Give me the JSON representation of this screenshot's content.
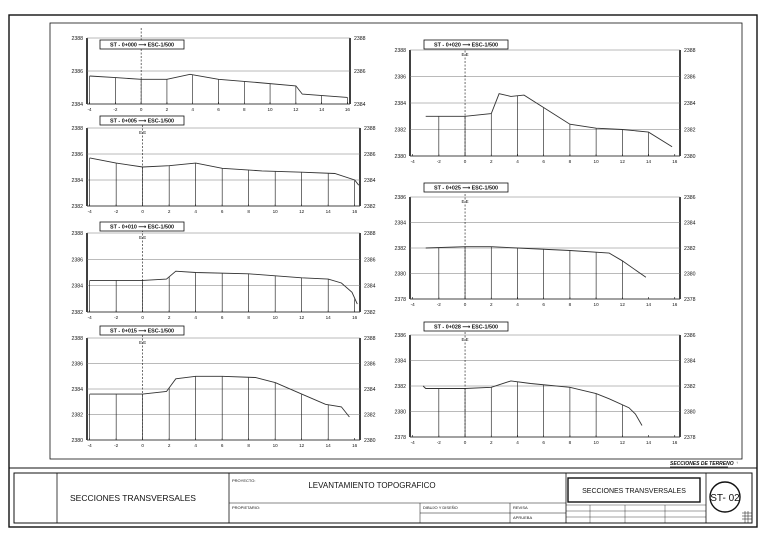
{
  "sections": [
    {
      "id": "s000",
      "title": "ST - 0+000 ⟶ ESC-1/500",
      "x_ticks": [
        "-4",
        "-2",
        "0",
        "2",
        "4",
        "6",
        "8",
        "10",
        "12",
        "14",
        "16"
      ],
      "y_ticks": [
        "2384",
        "2386",
        "2388"
      ],
      "axis_label": "",
      "profile": [
        [
          -4,
          2385.7
        ],
        [
          -2,
          2385.6
        ],
        [
          0,
          2385.5
        ],
        [
          2,
          2385.5
        ],
        [
          3.8,
          2385.8
        ],
        [
          6,
          2385.5
        ],
        [
          9,
          2385.3
        ],
        [
          12,
          2385.1
        ],
        [
          12.5,
          2384.6
        ],
        [
          16,
          2384.4
        ]
      ],
      "ylim": [
        2384,
        2388
      ],
      "xlim": [
        -4.2,
        16.2
      ]
    },
    {
      "id": "s005",
      "title": "ST - 0+005 ⟶ ESC-1/500",
      "x_ticks": [
        "-4",
        "-2",
        "0",
        "2",
        "4",
        "6",
        "8",
        "10",
        "12",
        "14",
        "16"
      ],
      "y_ticks": [
        "2382",
        "2384",
        "2386",
        "2388"
      ],
      "axis_label": "E.E",
      "profile": [
        [
          -4,
          2385.7
        ],
        [
          -2,
          2385.3
        ],
        [
          0,
          2385.0
        ],
        [
          2,
          2385.1
        ],
        [
          4,
          2385.3
        ],
        [
          6,
          2384.9
        ],
        [
          9,
          2384.7
        ],
        [
          12,
          2384.6
        ],
        [
          14.5,
          2384.5
        ],
        [
          16,
          2384.0
        ],
        [
          16.3,
          2383.6
        ]
      ],
      "ylim": [
        2382,
        2388
      ],
      "xlim": [
        -4.2,
        16.4
      ]
    },
    {
      "id": "s010",
      "title": "ST - 0+010 ⟶ ESC-1/500",
      "x_ticks": [
        "-4",
        "-2",
        "0",
        "2",
        "4",
        "6",
        "8",
        "10",
        "12",
        "14",
        "16"
      ],
      "y_ticks": [
        "2382",
        "2384",
        "2386",
        "2388"
      ],
      "axis_label": "E.E",
      "profile": [
        [
          -4,
          2384.4
        ],
        [
          -2,
          2384.4
        ],
        [
          0,
          2384.4
        ],
        [
          1.8,
          2384.5
        ],
        [
          2.5,
          2385.1
        ],
        [
          4,
          2385.0
        ],
        [
          8,
          2384.9
        ],
        [
          12,
          2384.6
        ],
        [
          14,
          2384.5
        ],
        [
          15,
          2384.2
        ],
        [
          15.8,
          2383.5
        ],
        [
          16.2,
          2382.6
        ]
      ],
      "ylim": [
        2382,
        2388
      ],
      "xlim": [
        -4.2,
        16.4
      ]
    },
    {
      "id": "s015",
      "title": "ST - 0+015 ⟶ ESC-1/500",
      "x_ticks": [
        "-4",
        "-2",
        "0",
        "2",
        "4",
        "6",
        "8",
        "10",
        "12",
        "14",
        "16"
      ],
      "y_ticks": [
        "2380",
        "2382",
        "2384",
        "2386",
        "2388"
      ],
      "axis_label": "E.E",
      "profile": [
        [
          -4,
          2383.6
        ],
        [
          -2,
          2383.6
        ],
        [
          0,
          2383.6
        ],
        [
          1.8,
          2383.8
        ],
        [
          2.5,
          2384.8
        ],
        [
          4,
          2385.0
        ],
        [
          6,
          2385.0
        ],
        [
          8.5,
          2384.9
        ],
        [
          10,
          2384.5
        ],
        [
          12,
          2383.6
        ],
        [
          13.8,
          2382.8
        ],
        [
          15,
          2382.6
        ],
        [
          15.6,
          2381.8
        ]
      ],
      "ylim": [
        2380,
        2388
      ],
      "xlim": [
        -4.2,
        16.4
      ]
    },
    {
      "id": "s020",
      "title": "ST - 0+020 ⟶ ESC-1/500",
      "x_ticks": [
        "-4",
        "-2",
        "0",
        "2",
        "4",
        "6",
        "8",
        "10",
        "12",
        "14",
        "16"
      ],
      "y_ticks": [
        "2380",
        "2382",
        "2384",
        "2386",
        "2388"
      ],
      "axis_label": "E.E",
      "profile": [
        [
          -3,
          2383.0
        ],
        [
          0,
          2383.0
        ],
        [
          2,
          2383.2
        ],
        [
          2.6,
          2384.7
        ],
        [
          3.5,
          2384.5
        ],
        [
          4.5,
          2384.6
        ],
        [
          8,
          2382.4
        ],
        [
          10,
          2382.1
        ],
        [
          12,
          2382.0
        ],
        [
          14,
          2381.8
        ],
        [
          15.8,
          2380.7
        ]
      ],
      "ylim": [
        2380,
        2388
      ],
      "xlim": [
        -4.2,
        16.4
      ]
    },
    {
      "id": "s025",
      "title": "ST - 0+025 ⟶ ESC-1/500",
      "x_ticks": [
        "-4",
        "-2",
        "0",
        "2",
        "4",
        "6",
        "8",
        "10",
        "12",
        "14",
        "16"
      ],
      "y_ticks": [
        "2378",
        "2380",
        "2382",
        "2384",
        "2386"
      ],
      "axis_label": "E.E",
      "profile": [
        [
          -3,
          2382.0
        ],
        [
          0,
          2382.1
        ],
        [
          2,
          2382.1
        ],
        [
          4,
          2382.0
        ],
        [
          8,
          2381.8
        ],
        [
          11,
          2381.6
        ],
        [
          12,
          2381.0
        ],
        [
          13.8,
          2379.7
        ]
      ],
      "ylim": [
        2378,
        2386
      ],
      "xlim": [
        -4.2,
        16.4
      ]
    },
    {
      "id": "s028",
      "title": "ST - 0+028 ⟶ ESC-1/500",
      "x_ticks": [
        "-4",
        "-2",
        "0",
        "2",
        "4",
        "6",
        "8",
        "10",
        "12",
        "14",
        "16"
      ],
      "y_ticks": [
        "2378",
        "2380",
        "2382",
        "2384",
        "2386"
      ],
      "axis_label": "E.E",
      "profile": [
        [
          -3.2,
          2382.0
        ],
        [
          -3,
          2381.8
        ],
        [
          0,
          2381.8
        ],
        [
          2,
          2381.9
        ],
        [
          3.5,
          2382.4
        ],
        [
          5,
          2382.2
        ],
        [
          8,
          2381.9
        ],
        [
          10,
          2381.4
        ],
        [
          11,
          2381.0
        ],
        [
          12.5,
          2380.3
        ],
        [
          13,
          2379.8
        ],
        [
          13.5,
          2378.9
        ]
      ],
      "ylim": [
        2378,
        2386
      ],
      "xlim": [
        -4.2,
        16.4
      ]
    }
  ],
  "title_block": {
    "left_label": "SECCIONES TRANSVERSALES",
    "proyecto_label": "PROYECTO:",
    "proyecto_value": "LEVANTAMIENTO TOPOGRAFICO",
    "propietario_label": "PROPIETARIO:",
    "dibujo_label": "DIBUJO Y DISEÑO",
    "revisa_label": "REVISA",
    "aprueba_label": "APRUEBA",
    "sheet_title": "SECCIONES TRANSVERSALES",
    "sheet_number": "ST- 02",
    "small_header": "SECCIONES DE TERRENO"
  },
  "colors": {
    "ink": "#111111",
    "grid": "#777777",
    "profile": "#333333"
  }
}
